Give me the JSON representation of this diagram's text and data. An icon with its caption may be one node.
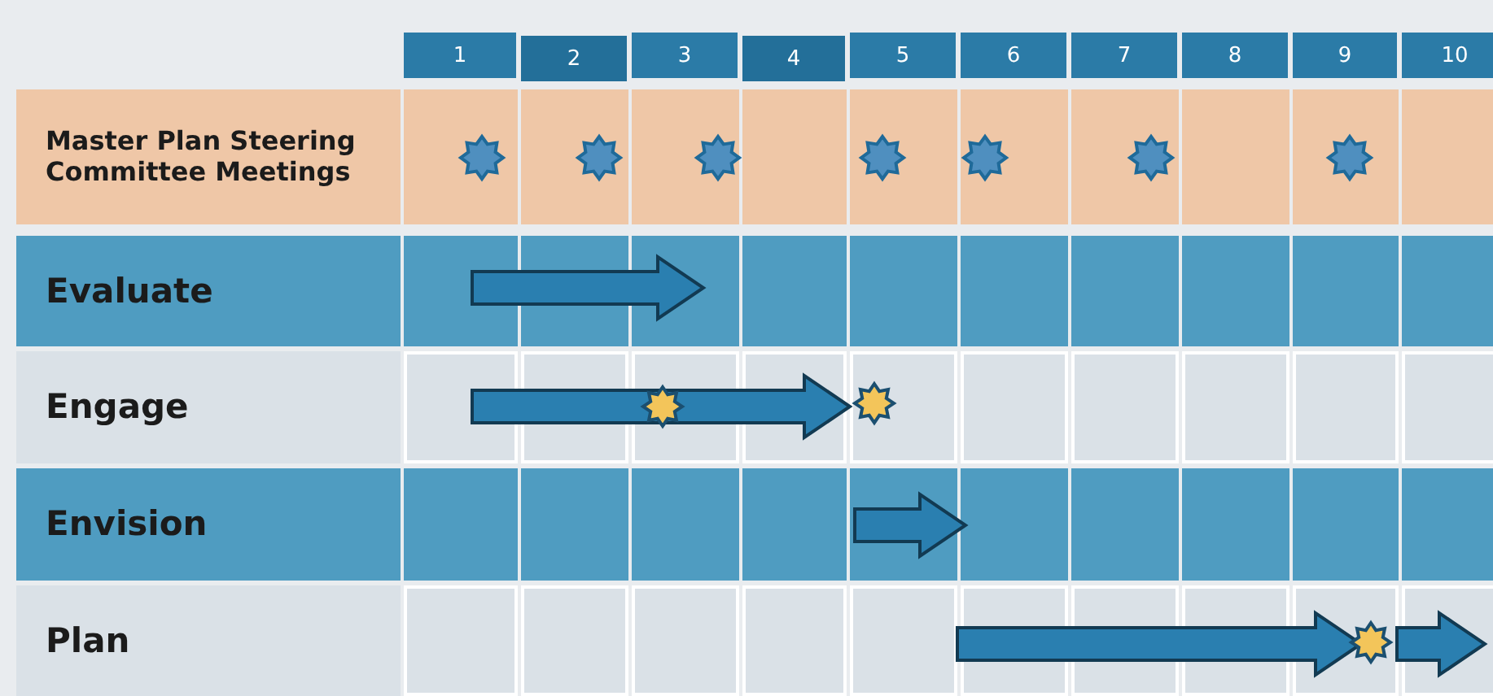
{
  "diagram": {
    "labels": [
      "1",
      "2",
      "3",
      "4",
      "5",
      "6",
      "7",
      "8",
      "9",
      "10",
      "Master Plan Steering Committee Meetings",
      "Evaluate",
      "Engage",
      "Envision",
      "Plan"
    ]
  }
}
